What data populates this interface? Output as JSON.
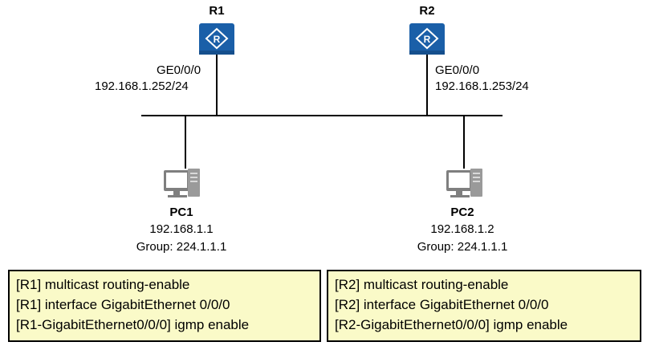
{
  "routers": [
    {
      "name": "R1",
      "interface": "GE0/0/0",
      "ip": "192.168.1.252/24"
    },
    {
      "name": "R2",
      "interface": "GE0/0/0",
      "ip": "192.168.1.253/24"
    }
  ],
  "hosts": [
    {
      "name": "PC1",
      "ip": "192.168.1.1",
      "group": "Group: 224.1.1.1"
    },
    {
      "name": "PC2",
      "ip": "192.168.1.2",
      "group": "Group: 224.1.1.1"
    }
  ],
  "configs": [
    {
      "lines": [
        "[R1] multicast routing-enable",
        "[R1] interface GigabitEthernet 0/0/0",
        "[R1-GigabitEthernet0/0/0] igmp enable"
      ]
    },
    {
      "lines": [
        "[R2] multicast routing-enable",
        "[R2] interface GigabitEthernet 0/0/0",
        "[R2-GigabitEthernet0/0/0] igmp enable"
      ]
    }
  ],
  "colors": {
    "router_fill": "#1a5fa8",
    "link": "#000000",
    "config_bg": "#fafac8"
  },
  "icons": {
    "router": "router-icon",
    "pc": "pc-icon"
  }
}
